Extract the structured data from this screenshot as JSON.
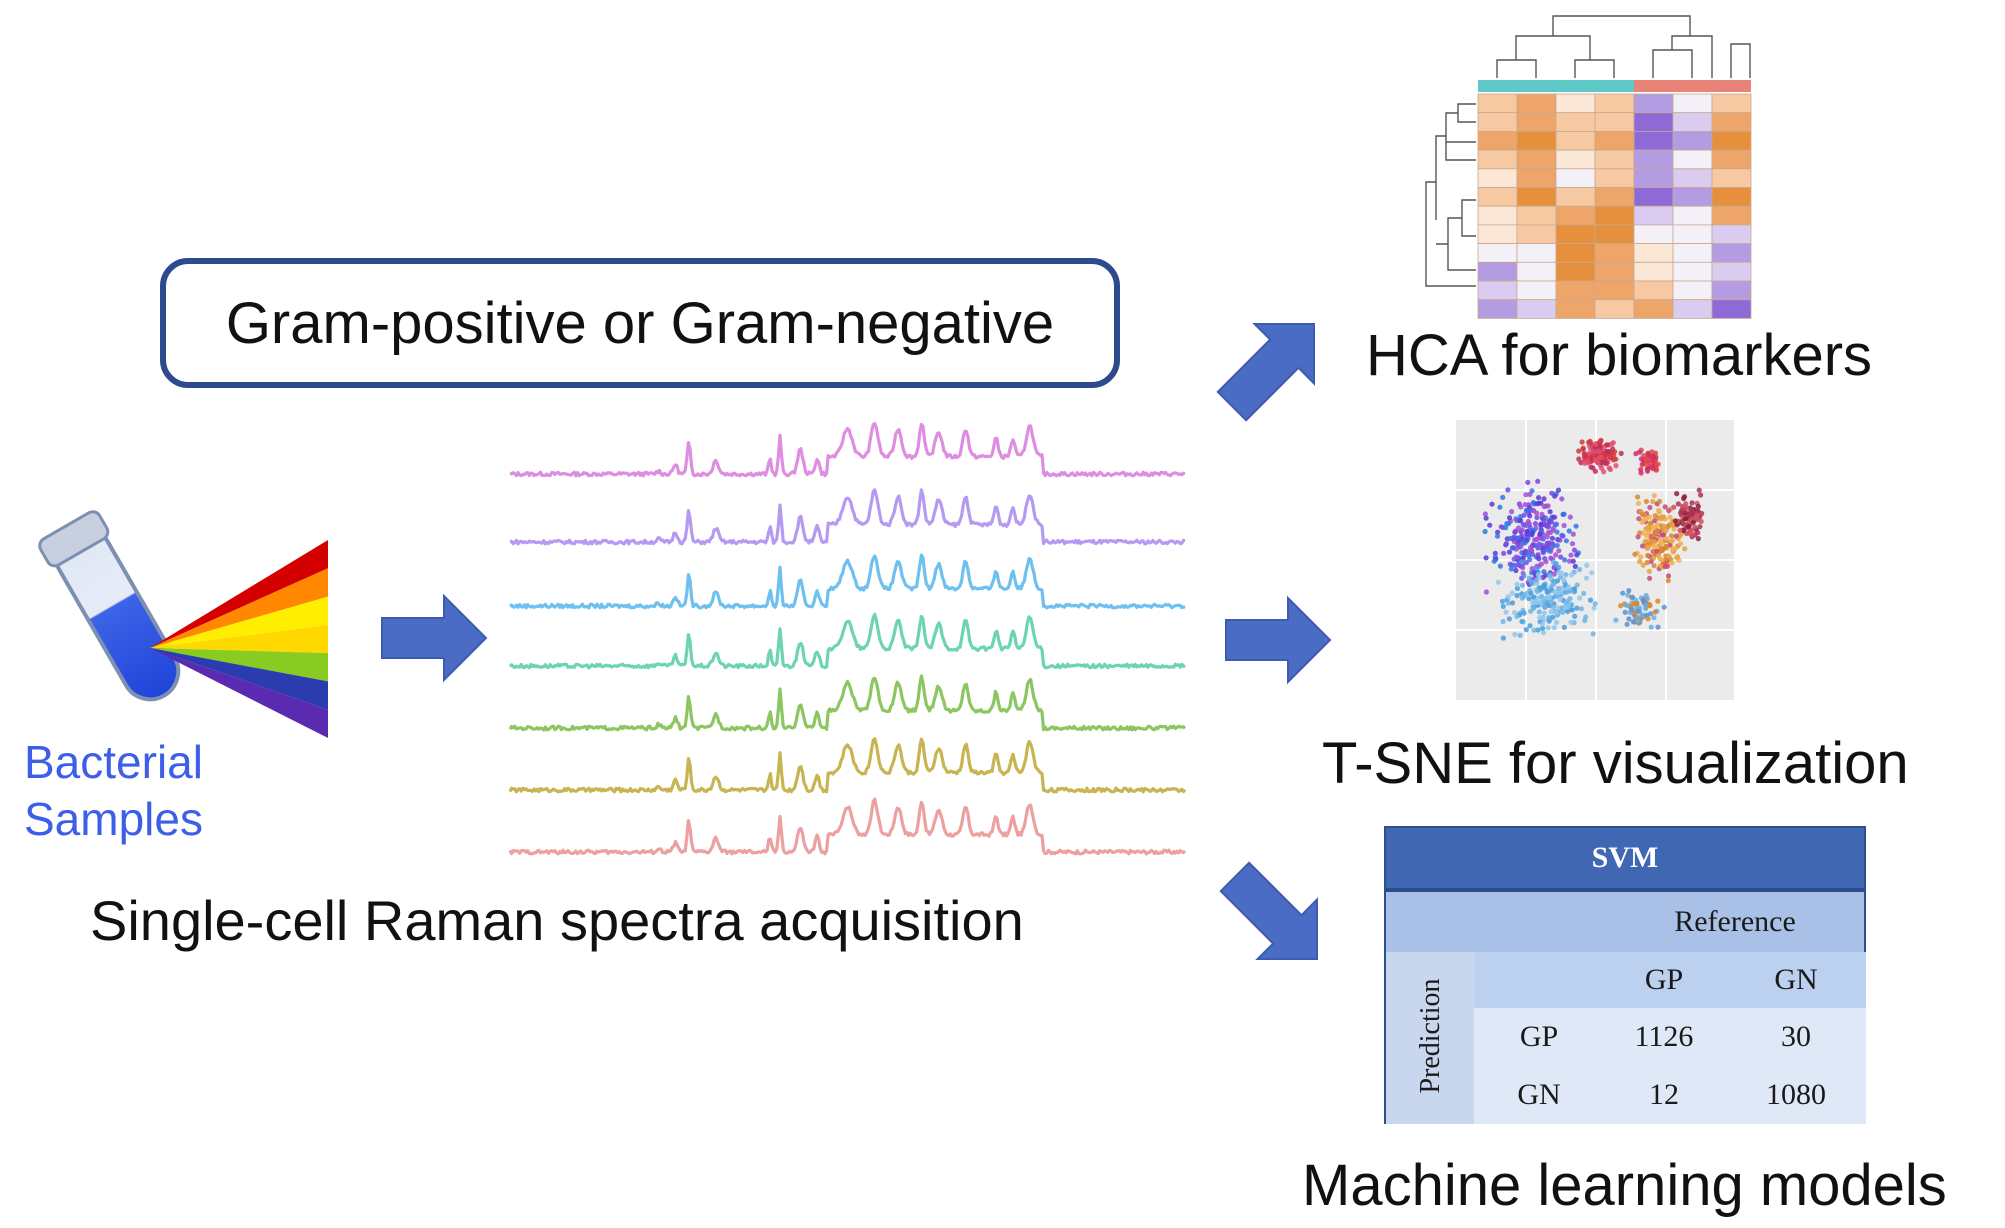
{
  "gram_box_text": "Gram-positive or Gram-negative",
  "sample_label": [
    "Bacterial",
    "Samples"
  ],
  "spectra_label": "Single-cell Raman spectra acquisition",
  "hca_label": "HCA for biomarkers",
  "tsne_label": "T-SNE for visualization",
  "ml_label": "Machine learning models",
  "svm": {
    "title": "SVM",
    "reference": "Reference",
    "prediction": "Prediction",
    "classes": [
      "GP",
      "GN"
    ],
    "matrix": [
      [
        1126,
        30
      ],
      [
        12,
        1080
      ]
    ]
  },
  "colors": {
    "accent_blue": "#4a6cc4",
    "label_blue": "#3d5fe8",
    "box_border": "#2d4a8f",
    "spectra": [
      "#de8ee0",
      "#b69af2",
      "#6ec0ee",
      "#6cd4b0",
      "#8cc660",
      "#c8b450",
      "#eca0a0"
    ],
    "rainbow": [
      "#d40000",
      "#ff8800",
      "#ffee00",
      "#ffd800",
      "#88cc22",
      "#2a3cae",
      "#5a2ab0"
    ]
  }
}
